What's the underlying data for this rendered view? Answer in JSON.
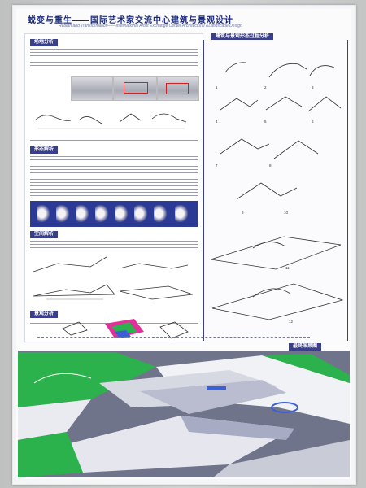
{
  "poster": {
    "title_zh": "蜕变与重生——国际艺术家交流中心建筑与景观设计",
    "title_en": "Rebirth and Transformation——International Artist Exchange Center Architectural &Landscape Design"
  },
  "sections": {
    "site": "场地分析",
    "form": "形态解析",
    "space": "空间解析",
    "landscape": "景观分析",
    "evolution": "建筑与景观形态过程分析",
    "final": "最终效果图"
  },
  "steps": [
    "1",
    "2",
    "3",
    "4",
    "5",
    "6",
    "7",
    "8",
    "9",
    "10",
    "11",
    "12"
  ],
  "colors": {
    "accent": "#3a3f8c",
    "grass": "#2bb24c",
    "sea": "#3a5fd6",
    "magenta": "#e0309a"
  }
}
